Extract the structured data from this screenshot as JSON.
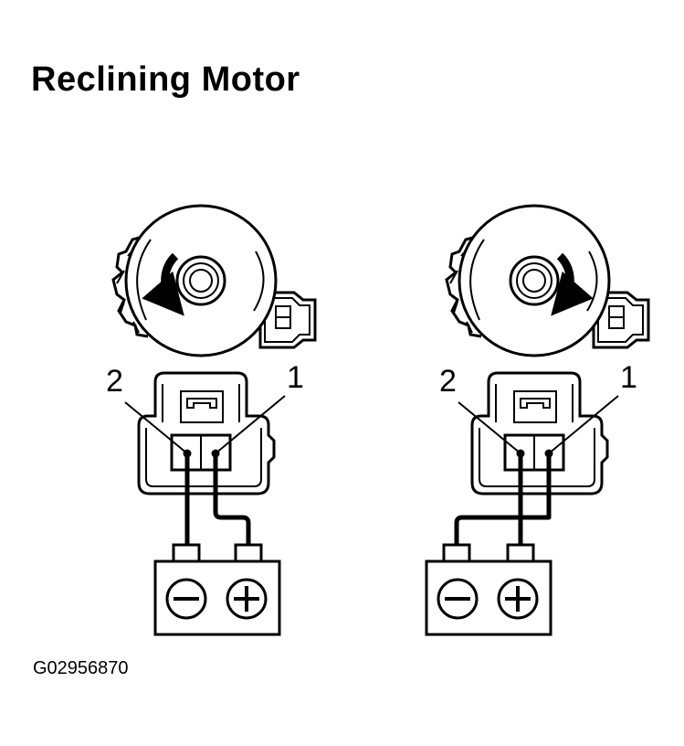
{
  "title": "Reclining Motor",
  "figure_code": "G02956870",
  "panels": [
    {
      "rotation": "counterclockwise",
      "terminals": {
        "left": "2",
        "right": "1"
      },
      "battery": {
        "left_symbol": "minus",
        "right_symbol": "plus"
      }
    },
    {
      "rotation": "clockwise",
      "terminals": {
        "left": "2",
        "right": "1"
      },
      "battery": {
        "left_symbol": "minus",
        "right_symbol": "plus"
      }
    }
  ]
}
